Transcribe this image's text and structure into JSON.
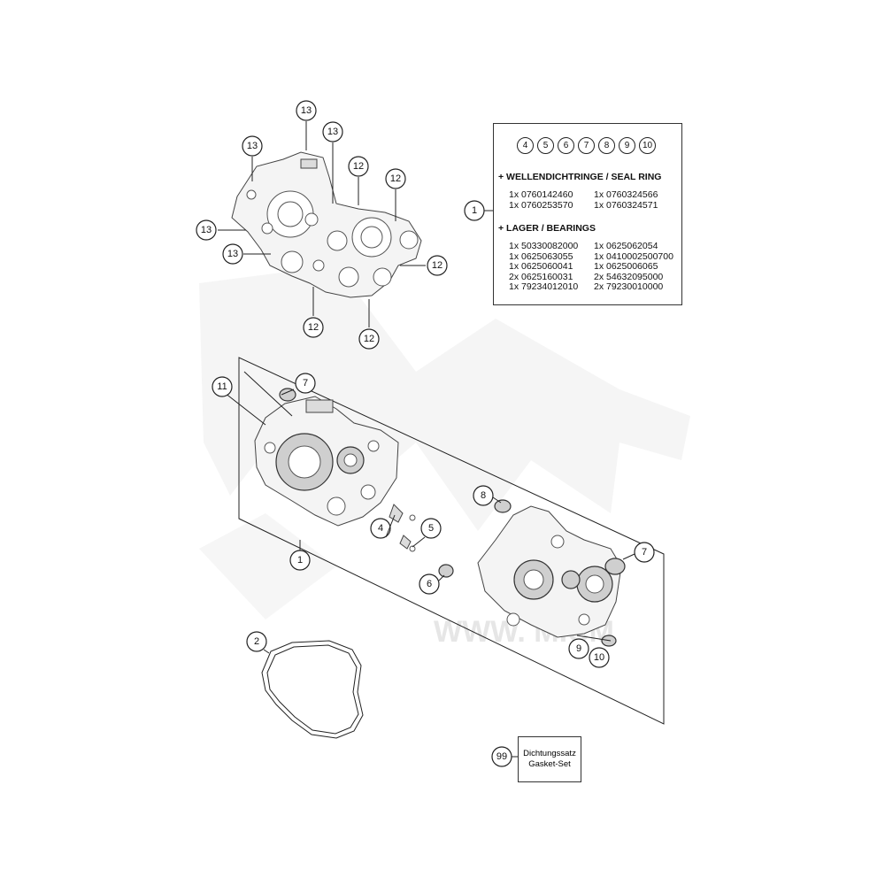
{
  "callouts": {
    "c13a": "13",
    "c13b": "13",
    "c13c": "13",
    "c13d": "13",
    "c13e": "13",
    "c12a": "12",
    "c12b": "12",
    "c12c": "12",
    "c12d": "12",
    "c12e": "12",
    "c1_box": "1",
    "c11": "11",
    "c7_left": "7",
    "c8": "8",
    "c4": "4",
    "c5": "5",
    "c1_main": "1",
    "c7_right": "7",
    "c6": "6",
    "c9": "9",
    "c10": "10",
    "c2": "2",
    "c99": "99"
  },
  "info_box": {
    "numbers": [
      "4",
      "5",
      "6",
      "7",
      "8",
      "9",
      "10"
    ],
    "seal_header": "+ WELLENDICHTRINGE / SEAL RING",
    "seal_items": [
      "1x 0760142460",
      "1x 0760324566",
      "1x 0760253570",
      "1x 0760324571"
    ],
    "bearing_header": "+ LAGER / BEARINGS",
    "bearing_items": [
      "1x 50330082000",
      "1x 0625062054",
      "1x 0625063055",
      "1x 0410002500700",
      "1x 0625060041",
      "1x 0625006065",
      "2x 0625160031",
      "2x 54632095000",
      "1x 79234012010",
      "2x 79230010000"
    ]
  },
  "gasket_box": {
    "line1": "Dichtungssatz",
    "line2": "Gasket-Set"
  },
  "watermark": {
    "text": "WWW.       MICM"
  }
}
